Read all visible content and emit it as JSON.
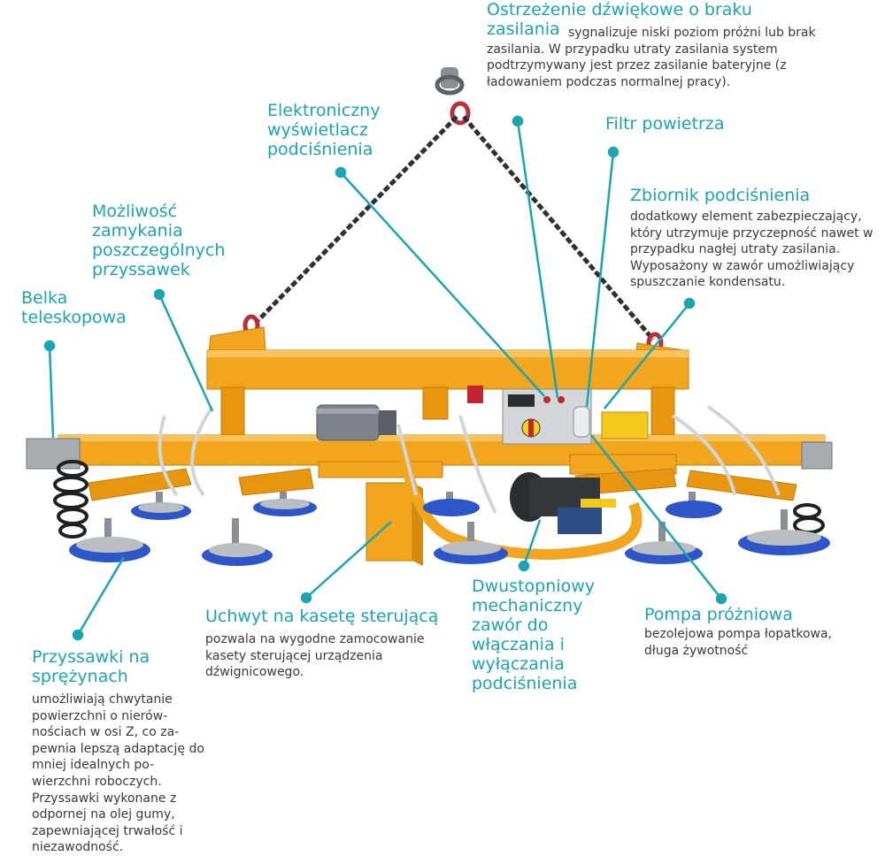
{
  "colors": {
    "accent": "#1aa5b0",
    "frame": "#f2a51e",
    "text": "#3a3a3a",
    "cup": "#2f56c8"
  },
  "callouts": [
    {
      "id": "alarm",
      "title": "Ostrzeżenie dźwiękowe o braku zasilania",
      "desc": "sygnalizuje niski poziom próżni lub brak zasilania. W przypadku utraty zasilania system podtrzymywany jest przez zasilanie bateryjne (z ładowaniem podczas normalnej pracy)."
    },
    {
      "id": "display",
      "title": "Elektroniczny wyświetlacz podciśnienia",
      "desc": ""
    },
    {
      "id": "filter",
      "title": "Filtr powietrza",
      "desc": ""
    },
    {
      "id": "tank",
      "title": "Zbiornik podciśnienia",
      "desc": "dodatkowy element zabezpieczający, który utrzymuje przyczepność nawet w przypadku nagłej utraty zasilania. Wyposażony w zawór umożliwiający spuszczanie kondensatu."
    },
    {
      "id": "closing",
      "title": "Możliwość zamykania poszczególnych przyssawek",
      "desc": ""
    },
    {
      "id": "beam",
      "title": "Belka teleskopowa",
      "desc": ""
    },
    {
      "id": "cups",
      "title": "Przyssawki na sprężynach",
      "desc": "umożliwiają chwytanie powierzchni o nierów-nościach w osi Z, co za-pewnia lepszą adaptację do mniej idealnych po-wierzchni roboczych. Przyssawki wykonane z odpornej na olej gumy, zapewniającej trwałość i niezawodność."
    },
    {
      "id": "holder",
      "title": "Uchwyt na kasetę sterującą",
      "desc": "pozwala na wygodne zamocowanie kasety sterującej urządzenia dźwignicowego."
    },
    {
      "id": "valve",
      "title": "Dwustopniowy mechaniczny zawór do włączania i wyłączania podciśnienia",
      "desc": ""
    },
    {
      "id": "pump",
      "title": "Pompa próżniowa",
      "desc": "bezolejowa pompa łopatkowa, długa żywotność"
    }
  ]
}
